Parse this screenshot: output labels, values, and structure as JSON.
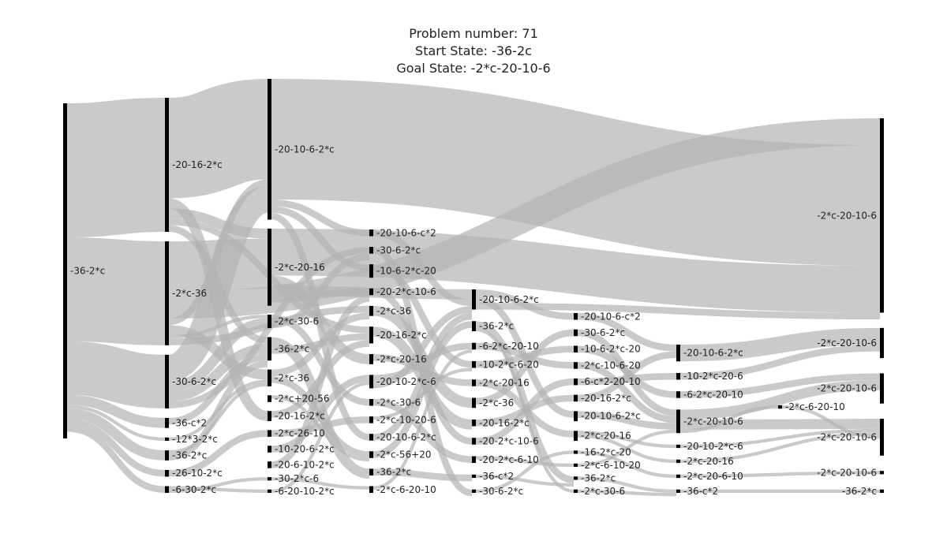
{
  "title_lines": [
    "Problem number: 71",
    "Start State: -36-2c",
    "Goal State: -2*c-20-10-6"
  ],
  "colors": {
    "link": "#b4b4b4",
    "node": "#000000",
    "text": "#222222"
  },
  "chart_data": {
    "type": "sankey",
    "title": "Problem number: 71 / Start State: -36-2c / Goal State: -2*c-20-10-6",
    "columns": [
      [
        "-36-2*c"
      ],
      [
        "-20-16-2*c",
        "-2*c-36",
        "-30-6-2*c",
        "-36-c*2",
        "-12*3-2*c",
        "-36-2*c",
        "-26-10-2*c",
        "-6-30-2*c"
      ],
      [
        "-20-10-6-2*c",
        "-2*c-20-16",
        "-2*c-30-6",
        "-36-2*c",
        "-2*c-36",
        "-2*c+20-56",
        "-20-16-2*c",
        "-2*c-26-10",
        "-10-20-6-2*c",
        "-20-6-10-2*c",
        "-30-2*c-6",
        "-6-20-10-2*c"
      ],
      [
        "-20-10-6-c*2",
        "-30-6-2*c",
        "-10-6-2*c-20",
        "-20-2*c-10-6",
        "-2*c-36",
        "-20-16-2*c",
        "-2*c-20-16",
        "-20-10-2*c-6",
        "-2*c-30-6",
        "-2*c-10-20-6",
        "-20-10-6-2*c",
        "-2*c-56+20",
        "-36-2*c",
        "-2*c-6-20-10"
      ],
      [
        "-20-10-6-2*c",
        "-36-2*c",
        "-6-2*c-20-10",
        "-10-2*c-6-20",
        "-2*c-20-16",
        "-2*c-36",
        "-20-16-2*c",
        "-20-2*c-10-6",
        "-20-2*c-6-10",
        "-36-c*2",
        "-30-6-2*c"
      ],
      [
        "-20-10-6-c*2",
        "-30-6-2*c",
        "-10-6-2*c-20",
        "-2*c-10-6-20",
        "-6-c*2-20-10",
        "-20-16-2*c",
        "-20-10-6-2*c",
        "-2*c-20-16",
        "-16-2*c-20",
        "-2*c-6-10-20",
        "-36-2*c",
        "-2*c-30-6"
      ],
      [
        "-20-10-6-2*c",
        "-10-2*c-20-6",
        "-6-2*c-20-10",
        "-2*c-20-10-6",
        "-20-10-2*c-6",
        "-2*c-20-16",
        "-2*c-20-6-10",
        "-36-c*2"
      ],
      [
        "-2*c-6-20-10"
      ],
      [
        "-2*c-20-10-6",
        "-2*c-20-10-6",
        "-2*c-20-10-6",
        "-2*c-20-10-6",
        "-2*c-20-10-6",
        "-36-2*c"
      ]
    ],
    "node_values": [
      [
        100
      ],
      [
        40,
        31,
        16,
        3,
        1,
        3,
        2,
        2
      ],
      [
        42,
        23,
        4,
        7,
        5,
        2,
        3,
        2,
        2,
        2,
        1,
        1
      ],
      [
        2,
        2,
        4,
        2,
        3,
        5,
        3,
        4,
        2,
        2,
        2,
        2,
        2,
        2
      ],
      [
        6,
        3,
        2,
        2,
        2,
        3,
        2,
        2,
        2,
        1,
        1
      ],
      [
        2,
        2,
        2,
        2,
        2,
        2,
        3,
        3,
        1,
        1,
        1,
        1
      ],
      [
        5,
        2,
        2,
        7,
        1,
        1,
        1,
        1
      ],
      [
        1
      ],
      [
        58,
        9,
        9,
        11,
        1,
        1
      ]
    ],
    "links": [
      [
        [
          0,
          0
        ],
        [
          1,
          0
        ],
        40
      ],
      [
        [
          0,
          0
        ],
        [
          1,
          1
        ],
        31
      ],
      [
        [
          0,
          0
        ],
        [
          1,
          2
        ],
        16
      ],
      [
        [
          0,
          0
        ],
        [
          1,
          3
        ],
        3
      ],
      [
        [
          0,
          0
        ],
        [
          1,
          4
        ],
        1
      ],
      [
        [
          0,
          0
        ],
        [
          1,
          5
        ],
        3
      ],
      [
        [
          0,
          0
        ],
        [
          1,
          6
        ],
        2
      ],
      [
        [
          0,
          0
        ],
        [
          1,
          7
        ],
        2
      ],
      [
        [
          1,
          0
        ],
        [
          2,
          0
        ],
        30
      ],
      [
        [
          1,
          0
        ],
        [
          2,
          6
        ],
        3
      ],
      [
        [
          1,
          0
        ],
        [
          2,
          1
        ],
        3
      ],
      [
        [
          1,
          0
        ],
        [
          3,
          5
        ],
        2
      ],
      [
        [
          1,
          0
        ],
        [
          2,
          3
        ],
        2
      ],
      [
        [
          1,
          1
        ],
        [
          2,
          1
        ],
        15
      ],
      [
        [
          1,
          1
        ],
        [
          8,
          0
        ],
        8
      ],
      [
        [
          1,
          1
        ],
        [
          2,
          0
        ],
        2
      ],
      [
        [
          1,
          1
        ],
        [
          2,
          4
        ],
        3
      ],
      [
        [
          1,
          1
        ],
        [
          2,
          2
        ],
        1
      ],
      [
        [
          1,
          1
        ],
        [
          3,
          4
        ],
        2
      ],
      [
        [
          1,
          2
        ],
        [
          2,
          0
        ],
        8
      ],
      [
        [
          1,
          2
        ],
        [
          2,
          2
        ],
        3
      ],
      [
        [
          1,
          2
        ],
        [
          2,
          3
        ],
        3
      ],
      [
        [
          1,
          2
        ],
        [
          3,
          1
        ],
        2
      ],
      [
        [
          1,
          3
        ],
        [
          2,
          3
        ],
        2
      ],
      [
        [
          1,
          4
        ],
        [
          2,
          4
        ],
        1
      ],
      [
        [
          1,
          5
        ],
        [
          2,
          4
        ],
        1
      ],
      [
        [
          1,
          5
        ],
        [
          2,
          3
        ],
        2
      ],
      [
        [
          1,
          6
        ],
        [
          2,
          7
        ],
        2
      ],
      [
        [
          1,
          7
        ],
        [
          2,
          11
        ],
        1
      ],
      [
        [
          1,
          7
        ],
        [
          2,
          10
        ],
        1
      ],
      [
        [
          2,
          0
        ],
        [
          8,
          0
        ],
        36
      ],
      [
        [
          2,
          0
        ],
        [
          3,
          0
        ],
        2
      ],
      [
        [
          2,
          0
        ],
        [
          3,
          2
        ],
        2
      ],
      [
        [
          2,
          0
        ],
        [
          3,
          10
        ],
        2
      ],
      [
        [
          2,
          1
        ],
        [
          8,
          0
        ],
        14
      ],
      [
        [
          2,
          1
        ],
        [
          3,
          6
        ],
        3
      ],
      [
        [
          2,
          1
        ],
        [
          4,
          0
        ],
        3
      ],
      [
        [
          2,
          1
        ],
        [
          3,
          3
        ],
        2
      ],
      [
        [
          2,
          2
        ],
        [
          3,
          8
        ],
        2
      ],
      [
        [
          2,
          2
        ],
        [
          3,
          1
        ],
        2
      ],
      [
        [
          2,
          3
        ],
        [
          3,
          12
        ],
        3
      ],
      [
        [
          2,
          3
        ],
        [
          3,
          5
        ],
        2
      ],
      [
        [
          2,
          4
        ],
        [
          3,
          4
        ],
        2
      ],
      [
        [
          2,
          4
        ],
        [
          3,
          11
        ],
        2
      ],
      [
        [
          2,
          5
        ],
        [
          3,
          11
        ],
        1
      ],
      [
        [
          2,
          6
        ],
        [
          3,
          5
        ],
        2
      ],
      [
        [
          2,
          7
        ],
        [
          3,
          9
        ],
        2
      ],
      [
        [
          2,
          8
        ],
        [
          3,
          7
        ],
        2
      ],
      [
        [
          2,
          9
        ],
        [
          3,
          3
        ],
        2
      ],
      [
        [
          2,
          10
        ],
        [
          3,
          13
        ],
        1
      ],
      [
        [
          2,
          11
        ],
        [
          3,
          7
        ],
        1
      ],
      [
        [
          3,
          0
        ],
        [
          4,
          0
        ],
        2
      ],
      [
        [
          3,
          1
        ],
        [
          4,
          10
        ],
        2
      ],
      [
        [
          3,
          2
        ],
        [
          4,
          3
        ],
        2
      ],
      [
        [
          3,
          3
        ],
        [
          4,
          7
        ],
        2
      ],
      [
        [
          3,
          4
        ],
        [
          4,
          5
        ],
        3
      ],
      [
        [
          3,
          5
        ],
        [
          4,
          6
        ],
        3
      ],
      [
        [
          3,
          6
        ],
        [
          4,
          4
        ],
        2
      ],
      [
        [
          3,
          7
        ],
        [
          4,
          2
        ],
        2
      ],
      [
        [
          3,
          7
        ],
        [
          4,
          0
        ],
        2
      ],
      [
        [
          3,
          8
        ],
        [
          4,
          8
        ],
        2
      ],
      [
        [
          3,
          9
        ],
        [
          4,
          3
        ],
        1
      ],
      [
        [
          3,
          10
        ],
        [
          4,
          0
        ],
        2
      ],
      [
        [
          3,
          11
        ],
        [
          4,
          1
        ],
        2
      ],
      [
        [
          3,
          12
        ],
        [
          4,
          9
        ],
        2
      ],
      [
        [
          3,
          13
        ],
        [
          4,
          2
        ],
        1
      ],
      [
        [
          4,
          0
        ],
        [
          5,
          0
        ],
        2
      ],
      [
        [
          4,
          0
        ],
        [
          5,
          6
        ],
        2
      ],
      [
        [
          4,
          0
        ],
        [
          8,
          0
        ],
        2
      ],
      [
        [
          4,
          1
        ],
        [
          5,
          10
        ],
        2
      ],
      [
        [
          4,
          1
        ],
        [
          5,
          11
        ],
        1
      ],
      [
        [
          4,
          2
        ],
        [
          5,
          3
        ],
        2
      ],
      [
        [
          4,
          3
        ],
        [
          5,
          2
        ],
        2
      ],
      [
        [
          4,
          4
        ],
        [
          5,
          7
        ],
        2
      ],
      [
        [
          4,
          5
        ],
        [
          5,
          1
        ],
        2
      ],
      [
        [
          4,
          6
        ],
        [
          5,
          5
        ],
        2
      ],
      [
        [
          4,
          7
        ],
        [
          5,
          4
        ],
        2
      ],
      [
        [
          4,
          8
        ],
        [
          5,
          9
        ],
        1
      ],
      [
        [
          4,
          9
        ],
        [
          5,
          10
        ],
        1
      ],
      [
        [
          4,
          10
        ],
        [
          5,
          8
        ],
        1
      ],
      [
        [
          5,
          0
        ],
        [
          6,
          0
        ],
        2
      ],
      [
        [
          5,
          1
        ],
        [
          6,
          3
        ],
        2
      ],
      [
        [
          5,
          2
        ],
        [
          6,
          2
        ],
        2
      ],
      [
        [
          5,
          3
        ],
        [
          6,
          3
        ],
        2
      ],
      [
        [
          5,
          4
        ],
        [
          6,
          1
        ],
        2
      ],
      [
        [
          5,
          5
        ],
        [
          6,
          0
        ],
        2
      ],
      [
        [
          5,
          6
        ],
        [
          6,
          3
        ],
        2
      ],
      [
        [
          5,
          7
        ],
        [
          6,
          4
        ],
        1
      ],
      [
        [
          5,
          7
        ],
        [
          6,
          5
        ],
        1
      ],
      [
        [
          5,
          8
        ],
        [
          6,
          6
        ],
        1
      ],
      [
        [
          5,
          9
        ],
        [
          6,
          3
        ],
        1
      ],
      [
        [
          5,
          10
        ],
        [
          6,
          7
        ],
        1
      ],
      [
        [
          5,
          11
        ],
        [
          6,
          7
        ],
        1
      ],
      [
        [
          6,
          0
        ],
        [
          8,
          1
        ],
        5
      ],
      [
        [
          6,
          1
        ],
        [
          8,
          1
        ],
        2
      ],
      [
        [
          6,
          2
        ],
        [
          8,
          2
        ],
        2
      ],
      [
        [
          6,
          3
        ],
        [
          8,
          2
        ],
        3
      ],
      [
        [
          6,
          3
        ],
        [
          8,
          3
        ],
        3
      ],
      [
        [
          6,
          3
        ],
        [
          7,
          0
        ],
        1
      ],
      [
        [
          6,
          4
        ],
        [
          8,
          3
        ],
        1
      ],
      [
        [
          6,
          5
        ],
        [
          8,
          3
        ],
        1
      ],
      [
        [
          6,
          6
        ],
        [
          8,
          4
        ],
        1
      ],
      [
        [
          6,
          7
        ],
        [
          8,
          5
        ],
        1
      ],
      [
        [
          7,
          0
        ],
        [
          8,
          3
        ],
        1
      ]
    ]
  }
}
